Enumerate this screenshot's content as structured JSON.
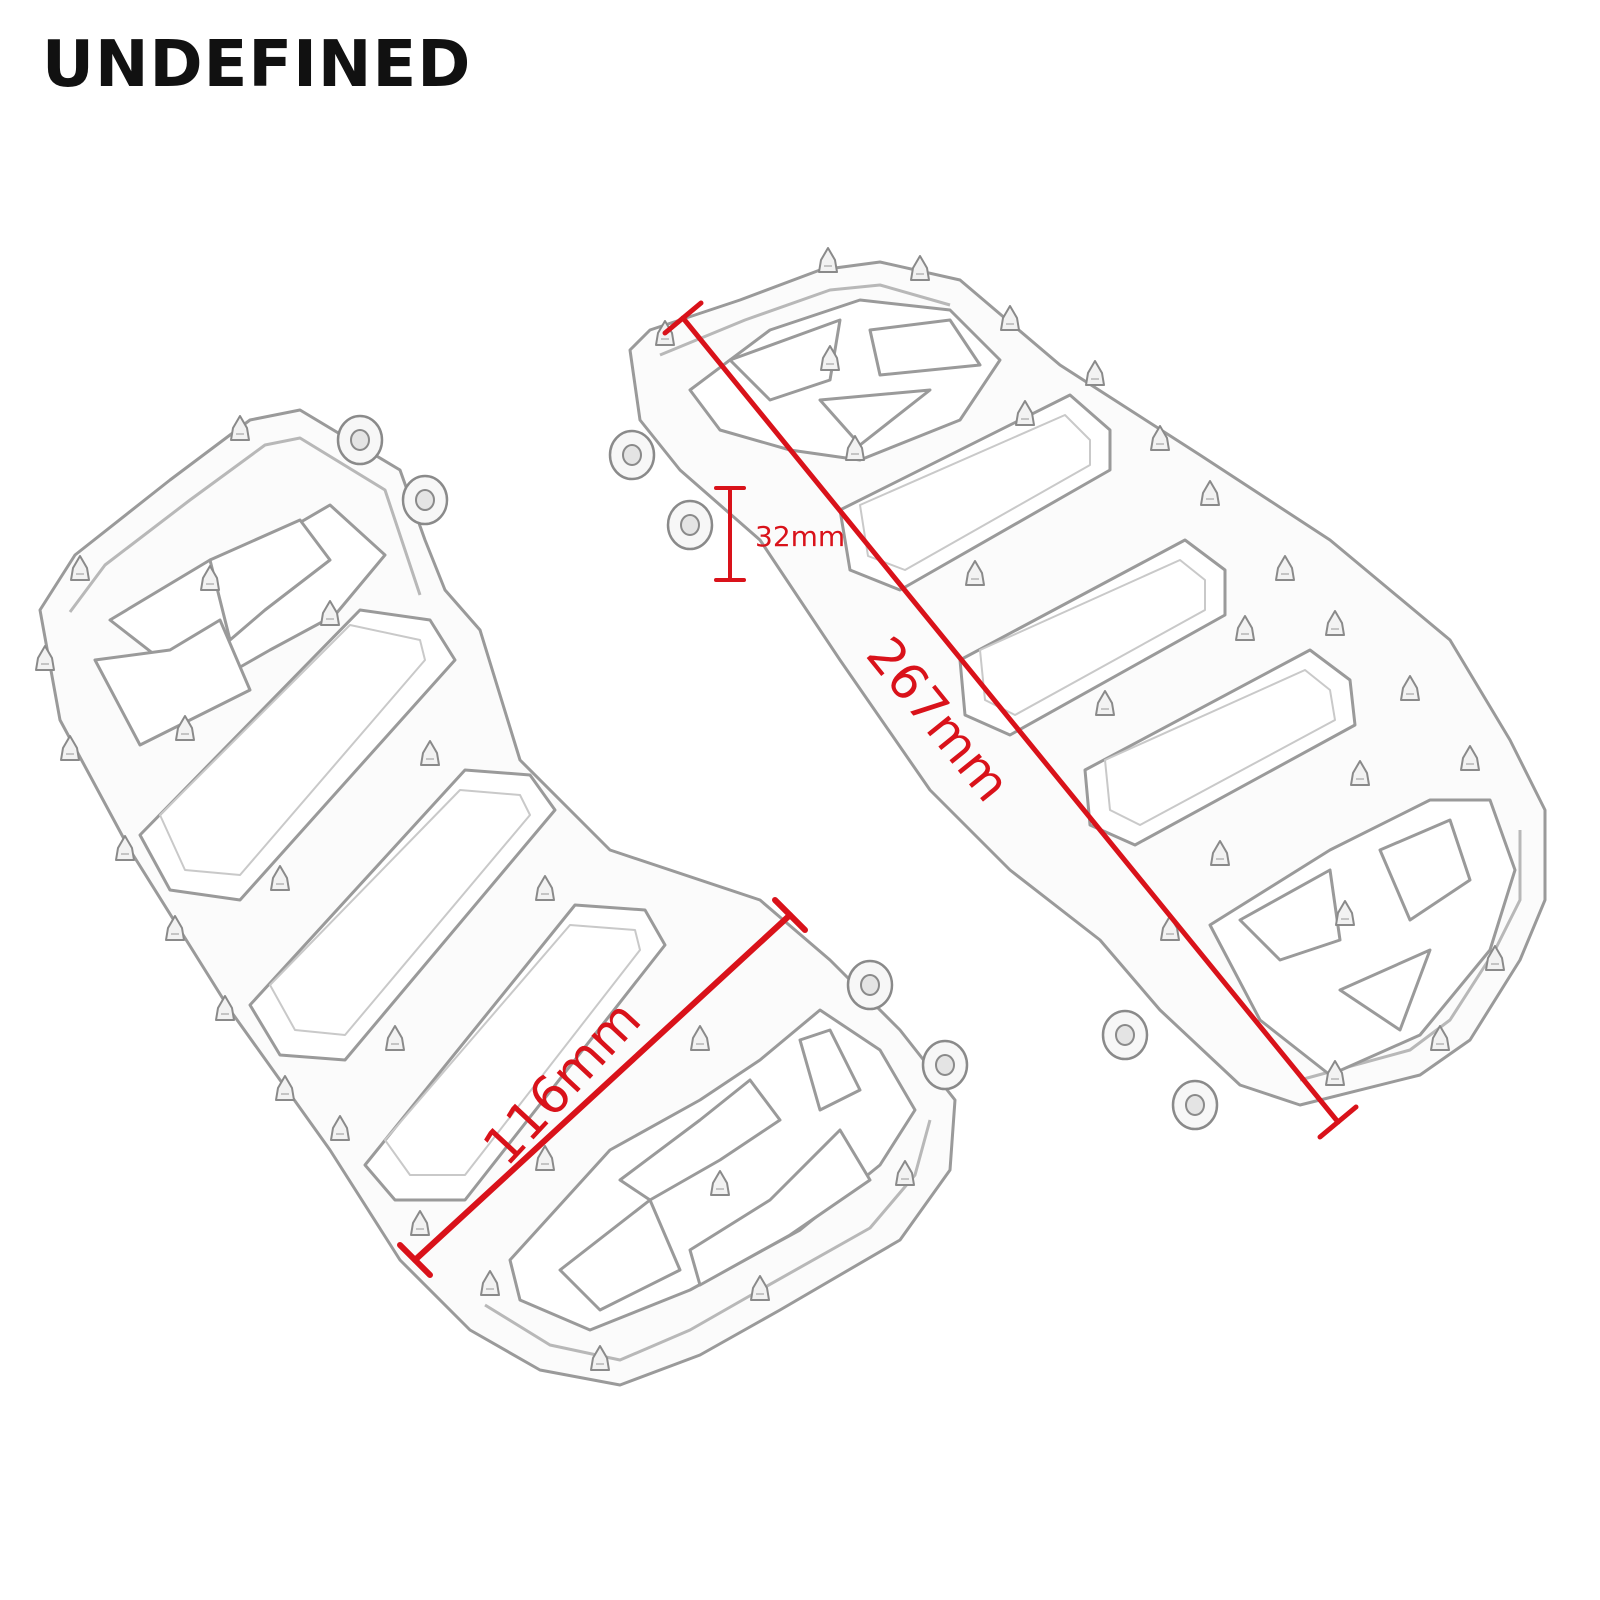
{
  "brand": {
    "name": "UNDEFINED"
  },
  "dimensions": {
    "width": "116mm",
    "length": "267mm",
    "mount": "32mm"
  },
  "colors": {
    "annotation": "#d9121a",
    "outline": "#9a9a9a",
    "text": "#111111",
    "background": "#ffffff"
  },
  "objects": {
    "left": "footboard-left",
    "right": "footboard-right"
  }
}
